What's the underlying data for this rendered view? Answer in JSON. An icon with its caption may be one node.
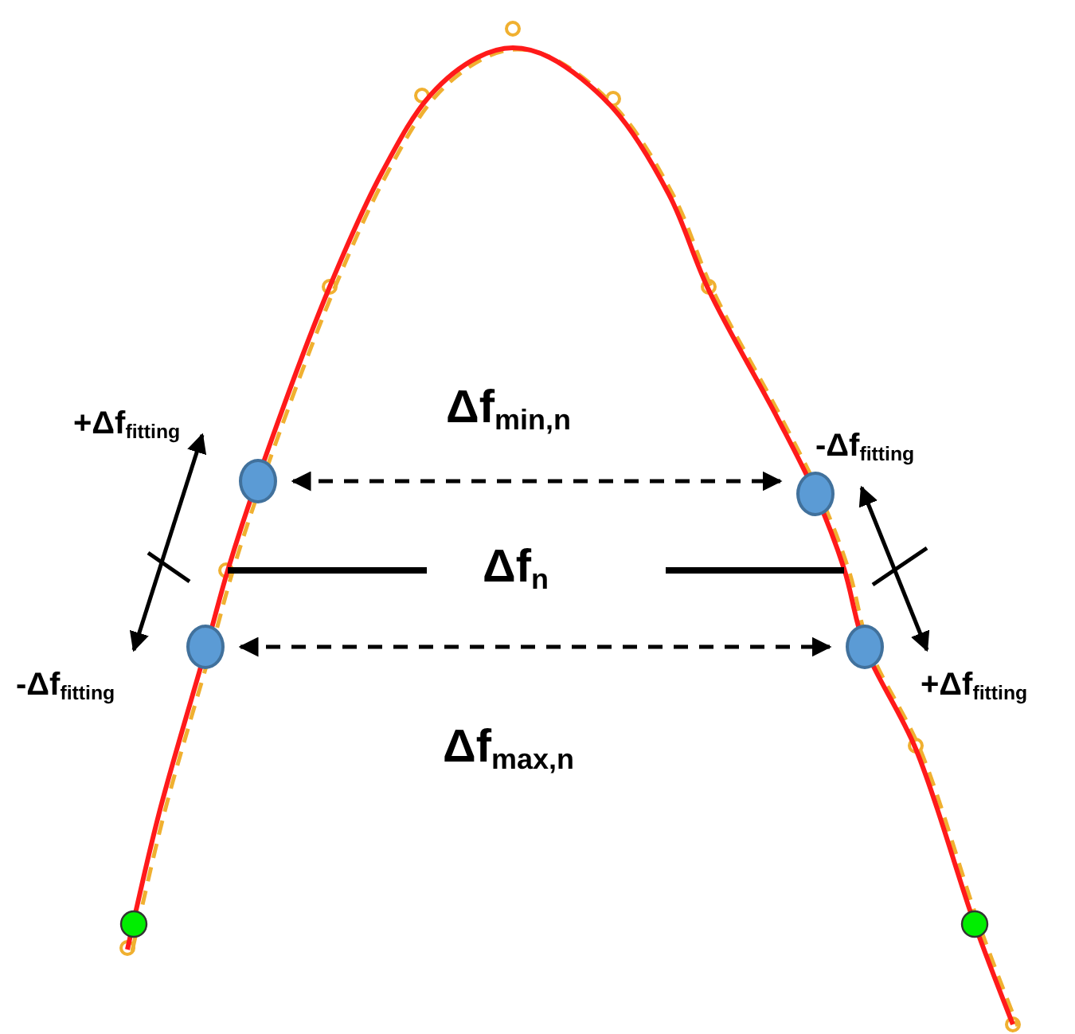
{
  "diagram": {
    "nodes": [
      {
        "text": [],
        "shape": "circle"
      },
      {
        "text": [],
        "shape": "circle"
      },
      {
        "text": [],
        "shape": "circle"
      },
      {
        "text": [],
        "shape": "circle"
      }
    ],
    "edges": [
      {
        "from": 0,
        "to": 1,
        "arrow": "both",
        "style": "dashed"
      },
      {
        "from": 2,
        "to": 3,
        "arrow": "both",
        "style": "dashed"
      }
    ],
    "labels": [
      "Δf$_{min,n}$",
      "+Δf$_{fitting}$",
      "-Δf$_{fitting}$",
      "Δf$_{n}$",
      "-Δf$_{fitting}$",
      "+Δf$_{fitting}$",
      "Δf$_{max,n}$"
    ]
  }
}
